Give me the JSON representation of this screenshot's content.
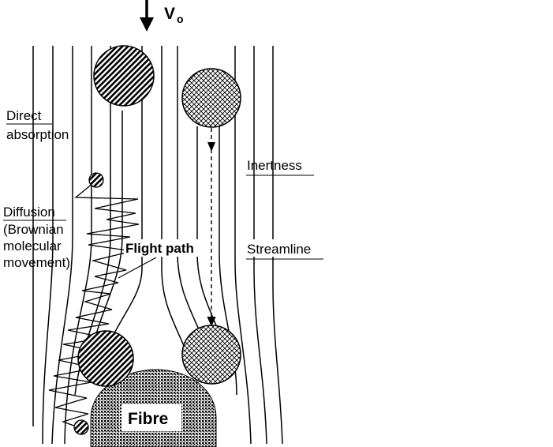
{
  "velocity": {
    "symbol": "V",
    "subscript": "o"
  },
  "labels": {
    "direct_line1": "Direct",
    "direct_line2": "absorption",
    "diffusion_line1": "Diffusion",
    "diffusion_line2": "(Brownian",
    "diffusion_line3": "molecular",
    "diffusion_line4": "movement)",
    "flight_path": "Flight path",
    "inertness": "Inertness",
    "streamline": "Streamline",
    "fibre": "Fibre"
  },
  "colors": {
    "ink": "#000000",
    "background": "#ffffff"
  }
}
